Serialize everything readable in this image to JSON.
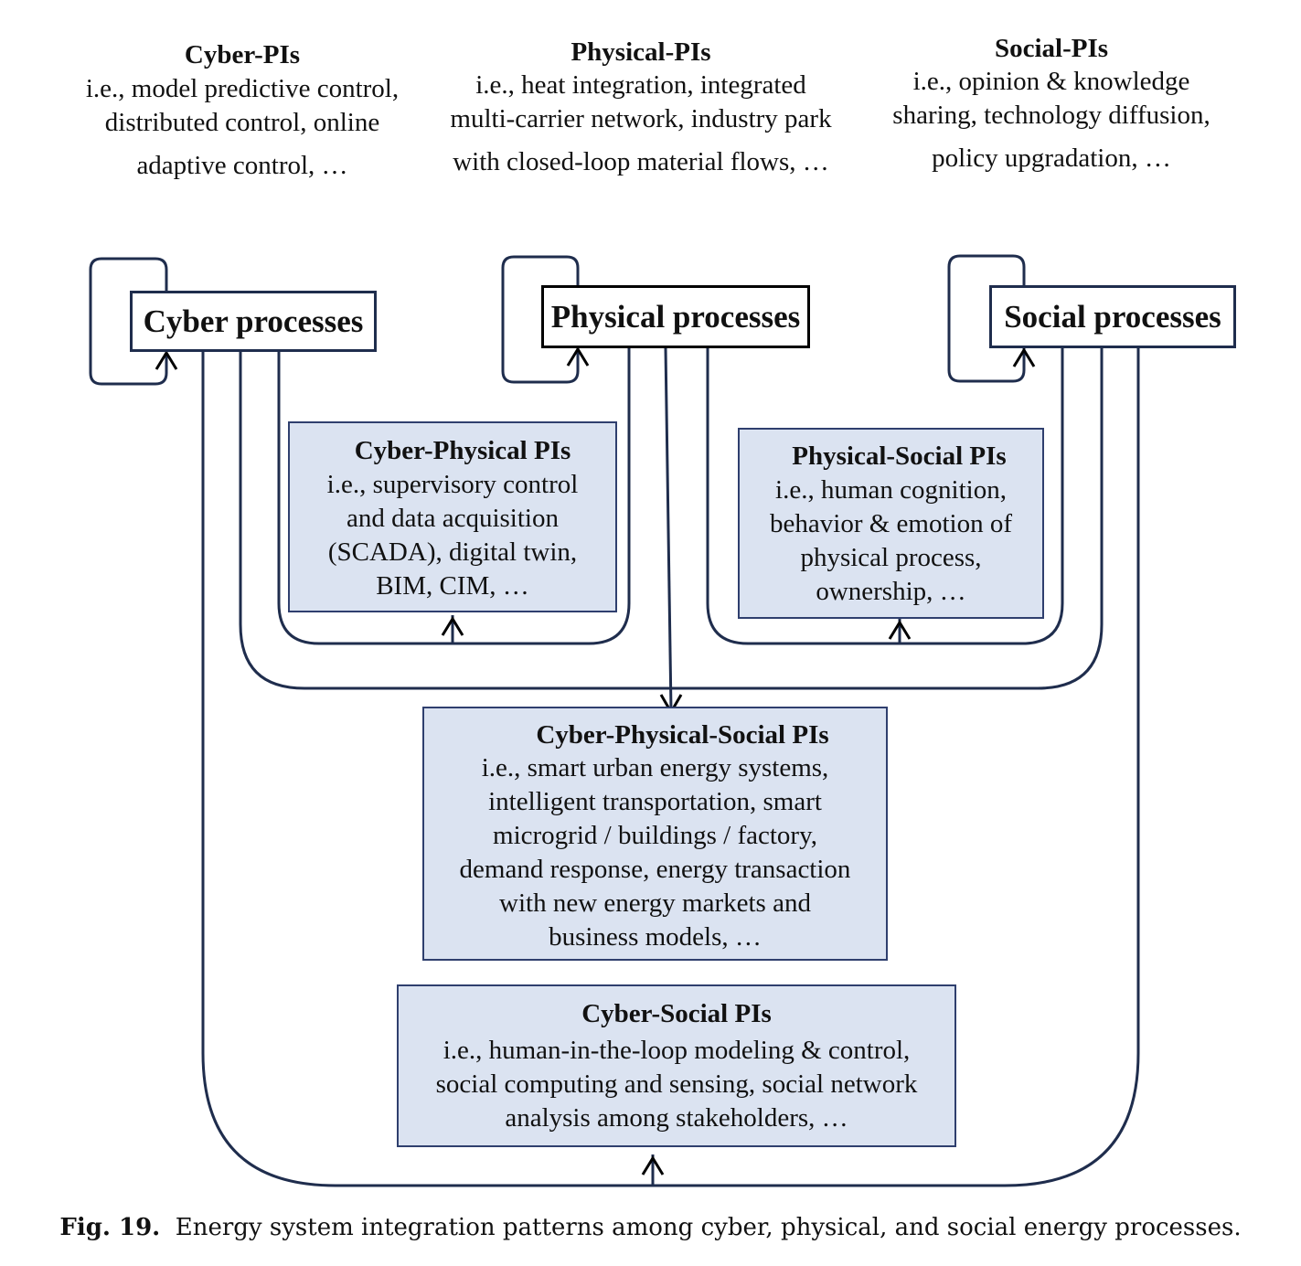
{
  "headers": {
    "cyber": {
      "title": "Cyber-PIs",
      "lines": [
        "i.e., model predictive control,",
        "distributed control, online",
        "adaptive control, …"
      ]
    },
    "physical": {
      "title": "Physical-PIs",
      "lines": [
        "i.e., heat integration, integrated",
        "multi-carrier network, industry park",
        "with closed-loop material flows, …"
      ]
    },
    "social": {
      "title": "Social-PIs",
      "lines": [
        "i.e., opinion & knowledge",
        "sharing, technology diffusion,",
        "policy upgradation, …"
      ]
    }
  },
  "processes": {
    "cyber": "Cyber processes",
    "physical": "Physical processes",
    "social": "Social processes"
  },
  "pis": {
    "cyber_physical": {
      "title": "Cyber-Physical PIs",
      "lines": [
        "i.e., supervisory control",
        "and data acquisition",
        "(SCADA), digital twin,",
        "BIM, CIM, …"
      ]
    },
    "physical_social": {
      "title": "Physical-Social PIs",
      "lines": [
        "i.e., human cognition,",
        "behavior & emotion of",
        "physical process,",
        "ownership, …"
      ]
    },
    "cyber_physical_social": {
      "title": "Cyber-Physical-Social PIs",
      "lines": [
        "i.e., smart urban energy systems,",
        "intelligent transportation, smart",
        "microgrid / buildings / factory,",
        "demand response, energy transaction",
        "with new energy markets and",
        "business models, …"
      ]
    },
    "cyber_social": {
      "title": "Cyber-Social PIs",
      "lines": [
        "i.e., human-in-the-loop modeling & control,",
        "social computing and sensing, social network",
        "analysis among stakeholders, …"
      ]
    }
  },
  "caption": {
    "label": "Fig. 19.",
    "text": "Energy system integration patterns among cyber, physical, and social energy processes."
  },
  "colors": {
    "box_fill": "#dbe3f1",
    "box_border": "#2f3f6e",
    "line": "#1f2d4d"
  }
}
